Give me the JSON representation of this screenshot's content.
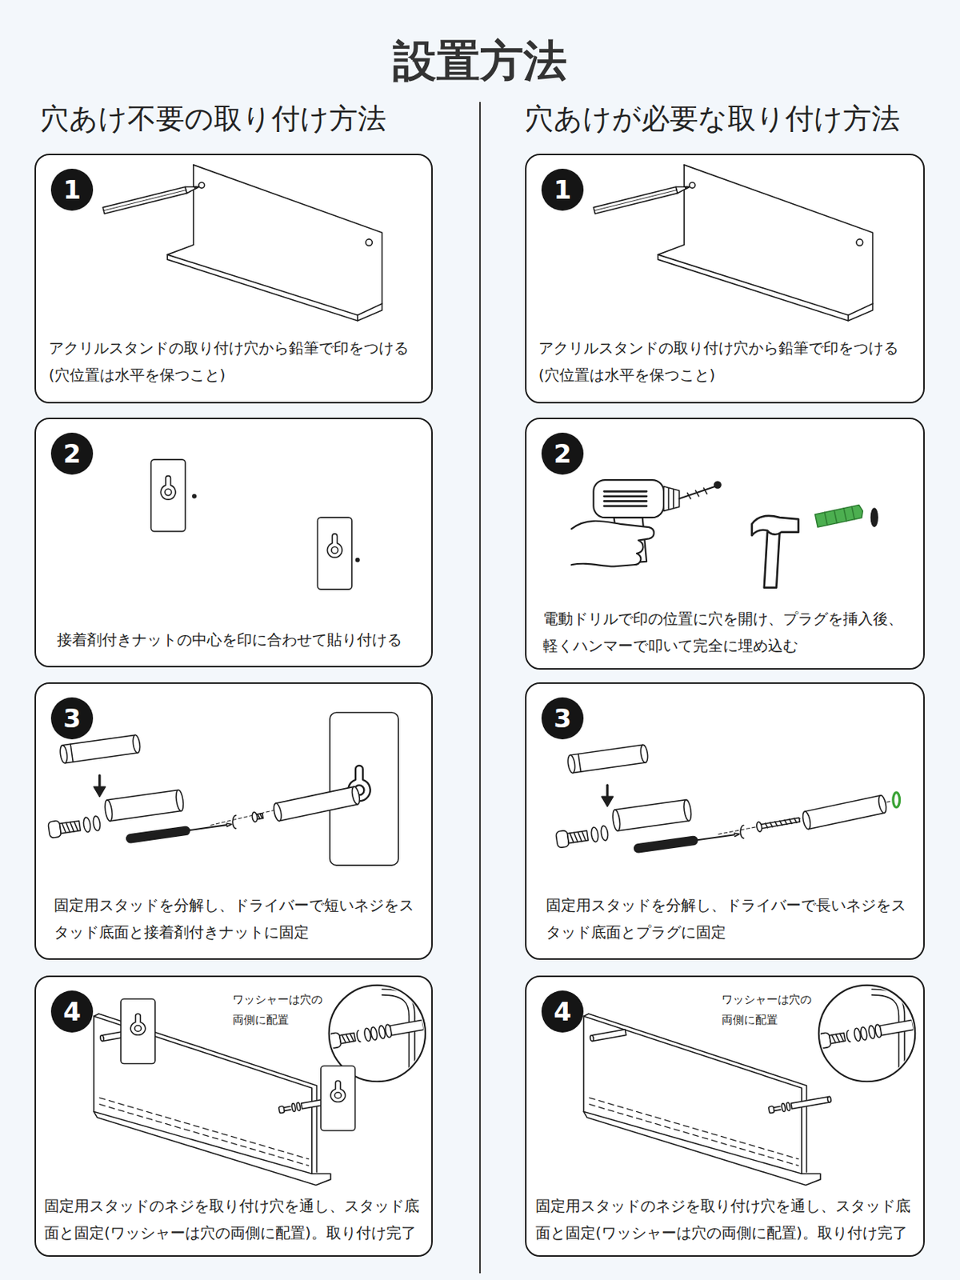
{
  "diagram": {
    "title": "設置方法",
    "nodes": [
      {
        "text": [
          "アクリルスタンドの取り付け穴から鉛筆で印をつける (穴位置は水平を保つこと)"
        ]
      },
      {
        "text": [
          "1"
        ],
        "in": 0
      },
      {
        "text": [
          "接着剤付きナットの中心を印に合わせて貼り付ける"
        ]
      },
      {
        "text": [
          "2"
        ],
        "in": 2
      },
      {
        "text": [
          "固定用スタッドを分解し、ドライバーで短いネジをス タッド底面と接着剤付きナットに固定"
        ]
      },
      {
        "text": [
          "3"
        ],
        "in": 4
      },
      {
        "text": [
          "固定用スタッドのネジを取り付け穴を通し、スタッド底 面と固定(ワッシャーは穴の両側に配置)。取り付け完了"
        ]
      },
      {
        "text": [
          "4"
        ],
        "in": 6
      },
      {
        "text": [
          "アクリルスタンドの取り付け穴から鉛筆で印をつける (穴位置は水平を保つこと)"
        ]
      },
      {
        "text": [
          "1"
        ],
        "in": 8
      },
      {
        "text": [
          "電動ドリルで印の位置に穴を開け、プラグを挿入後、 軽くハンマーで叩いて完全に埋め込む"
        ]
      },
      {
        "text": [
          "2"
        ],
        "in": 10
      },
      {
        "text": [
          "固定用スタッドを分解し、ドライバーで長いネジをス タッド底面とプラグに固定"
        ]
      },
      {
        "text": [
          "3"
        ],
        "in": 12
      },
      {
        "text": [
          "固定用スタッドのネジを取り付け穴を通し、スタッド底 面と固定(ワッシャーは穴の両側に配置)。取り付け完了"
        ]
      },
      {
        "text": [
          "4"
        ],
        "in": 14
      }
    ],
    "labels": [
      "穴あけ不要の取り付け方法",
      "穴あけが必要な取り付け方法",
      "ワッシャーは穴の 両側に配置",
      "ワッシャーは穴の 両側に配置"
    ]
  }
}
